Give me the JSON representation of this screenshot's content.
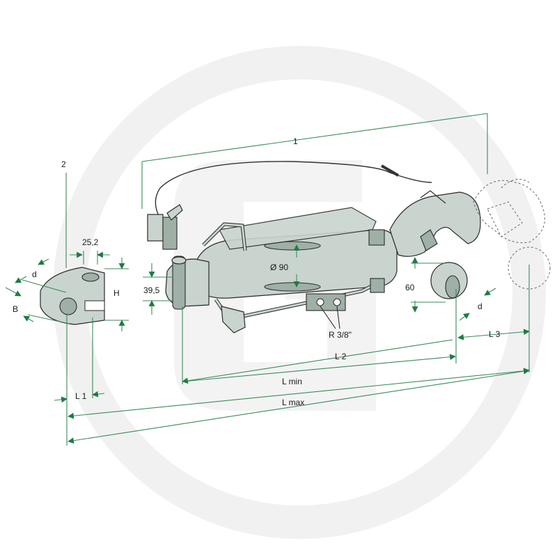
{
  "labels": {
    "item_1": "1",
    "item_2": "2",
    "d_left": "d",
    "b_left": "B",
    "width_252": "25,2",
    "h": "H",
    "height_395": "39,5",
    "dia_90": "Ø 90",
    "ball_60": "60",
    "d_right": "d",
    "thread": "R 3/8\"",
    "l1": "L 1",
    "l2": "L 2",
    "l3": "L 3",
    "lmin": "L min",
    "lmax": "L max"
  },
  "colors": {
    "dimension_line": "#3a8a5a",
    "arrow": "#1f7a45",
    "part_fill": "#c9d4ce",
    "outline": "#2a2a2a",
    "watermark": "#f1f1f1"
  }
}
